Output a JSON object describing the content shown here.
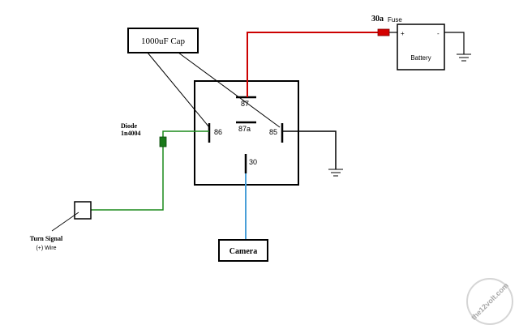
{
  "diagram": {
    "capacitor_label": "1000uF Cap",
    "battery_label": "Battery",
    "battery_plus": "+",
    "battery_minus": "-",
    "fuse_rating": "30a",
    "fuse_word": "Fuse",
    "diode_label_1": "Diode",
    "diode_label_2": "1n4004",
    "relay_pins": {
      "p87": "87",
      "p87a": "87a",
      "p86": "86",
      "p85": "85",
      "p30": "30"
    },
    "camera_label": "Camera",
    "turn_signal_label_1": "Turn Signal",
    "turn_signal_label_2": "(+) Wire",
    "watermark": "the12volt.com",
    "colors": {
      "battery_wire": "#cc0000",
      "fuse": "#d40000",
      "signal_wire": "#1a8a1a",
      "diode": "#1a7a1a",
      "camera_wire": "#4a9fd8",
      "wire": "#000000"
    }
  }
}
